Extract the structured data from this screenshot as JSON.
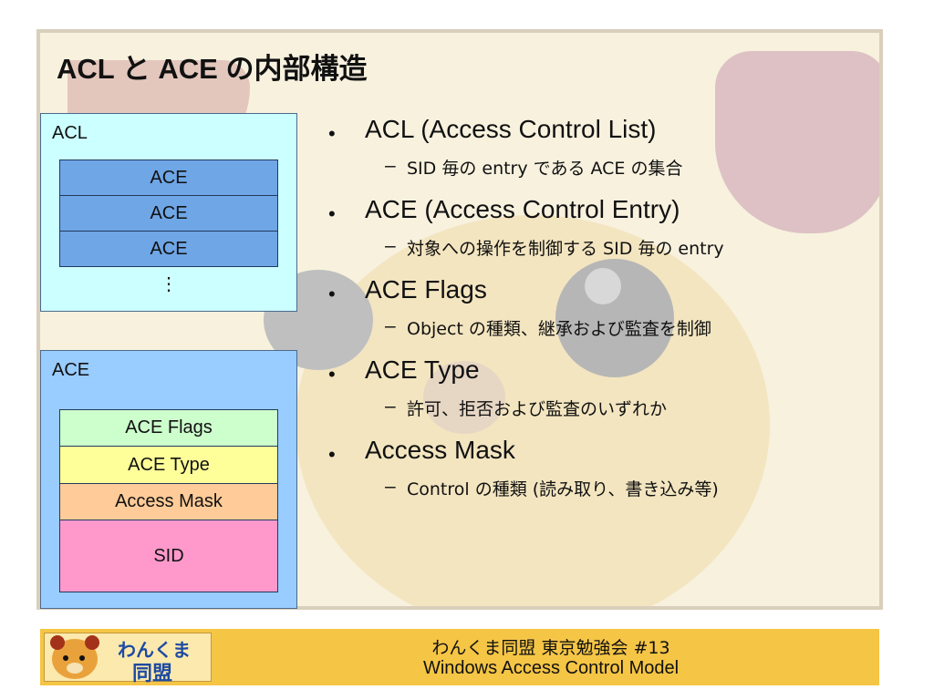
{
  "slide": {
    "title": "ACL と ACE の内部構造"
  },
  "acl_diagram": {
    "label": "ACL",
    "rows": [
      "ACE",
      "ACE",
      "ACE"
    ],
    "continuation": "⋮",
    "fill": "#ccffff",
    "row_fill": "#6fa6e6"
  },
  "ace_diagram": {
    "label": "ACE",
    "fill": "#99ccff",
    "fields": [
      {
        "label": "ACE Flags",
        "color": "#ccffcc"
      },
      {
        "label": "ACE Type",
        "color": "#ffff99"
      },
      {
        "label": "Access Mask",
        "color": "#ffcc99"
      },
      {
        "label": "SID",
        "color": "#ff99cc"
      }
    ]
  },
  "bullets": [
    {
      "text": "ACL (Access Control List)",
      "sub": "SID 毎の entry である ACE の集合"
    },
    {
      "text": "ACE (Access Control Entry)",
      "sub": "対象への操作を制御する SID 毎の entry"
    },
    {
      "text": "ACE Flags",
      "sub": "Object の種類、継承および監査を制御"
    },
    {
      "text": "ACE Type",
      "sub": "許可、拒否および監査のいずれか"
    },
    {
      "text": "Access Mask",
      "sub": "Control の種類 (読み取り、書き込み等)"
    }
  ],
  "footer": {
    "logo_line1": "わんくま",
    "logo_line2": "同盟",
    "line1": "わんくま同盟 東京勉強会 #13",
    "line2": "Windows Access Control Model",
    "background": "#f5c545"
  }
}
